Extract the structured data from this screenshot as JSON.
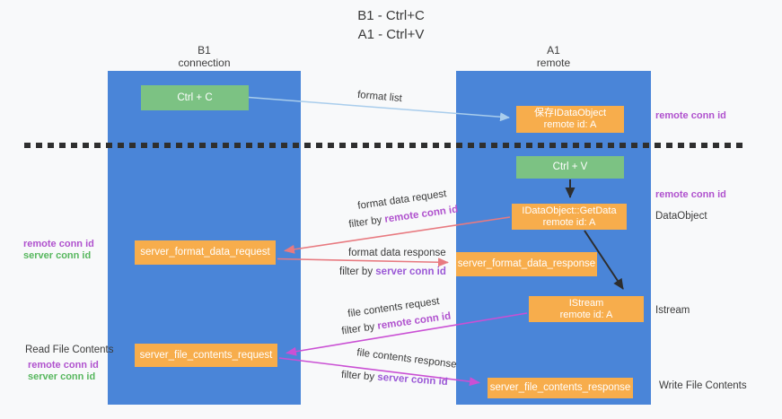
{
  "title": {
    "line1": "B1 - Ctrl+C",
    "line2": "A1 - Ctrl+V"
  },
  "lifelines": {
    "left": {
      "name": "B1",
      "role": "connection"
    },
    "right": {
      "name": "A1",
      "role": "remote"
    }
  },
  "nodes": {
    "ctrl_c": {
      "label": "Ctrl + C"
    },
    "ctrl_v": {
      "label": "Ctrl + V"
    },
    "saved_dataobject": {
      "line1": "保存IDataObject",
      "line2": "remote id: A"
    },
    "getdata": {
      "line1": "IDataObject::GetData",
      "line2": "remote id: A"
    },
    "istream": {
      "line1": "IStream",
      "line2": "remote id: A"
    },
    "format_request": {
      "label": "server_format_data_request"
    },
    "format_response": {
      "label": "server_format_data_response"
    },
    "file_request": {
      "label": "server_file_contents_request"
    },
    "file_response": {
      "label": "server_file_contents_response"
    }
  },
  "edge_labels": {
    "format_list": "format list",
    "format_data_request": "format data request",
    "format_data_response": "format data response",
    "file_contents_request": "file contents request",
    "file_contents_response": "file contents response",
    "filter_by": "filter by",
    "remote_conn_id": "remote conn id",
    "server_conn_id": "server conn id"
  },
  "annotations": {
    "remote_conn_id_top": "remote conn id",
    "remote_conn_id_mid": "remote conn id",
    "dataobject": "DataObject",
    "istream": "Istream",
    "write_file_contents": "Write File Contents",
    "read_file_contents": "Read File Contents",
    "left_remote_conn_id": "remote conn id",
    "left_server_conn_id": "server conn id",
    "left_remote_conn_id_2": "remote conn id",
    "left_server_conn_id_2": "server conn id"
  },
  "colors": {
    "background": "#f8f9fa",
    "column_blue": "#4a85d8",
    "node_orange": "#f7ad4c",
    "node_green": "#7cc283",
    "arrow_black": "#2d2d2d",
    "arrow_salmon": "#e87a80",
    "arrow_magenta": "#ca50d4",
    "arrow_lightblue": "#a9cdec",
    "remote_conn_id_purple": "#b052ce",
    "server_conn_id_purple": "#9b59d6",
    "server_conn_id_green": "#57b75e",
    "dashed_line": "#2f2f2f"
  }
}
